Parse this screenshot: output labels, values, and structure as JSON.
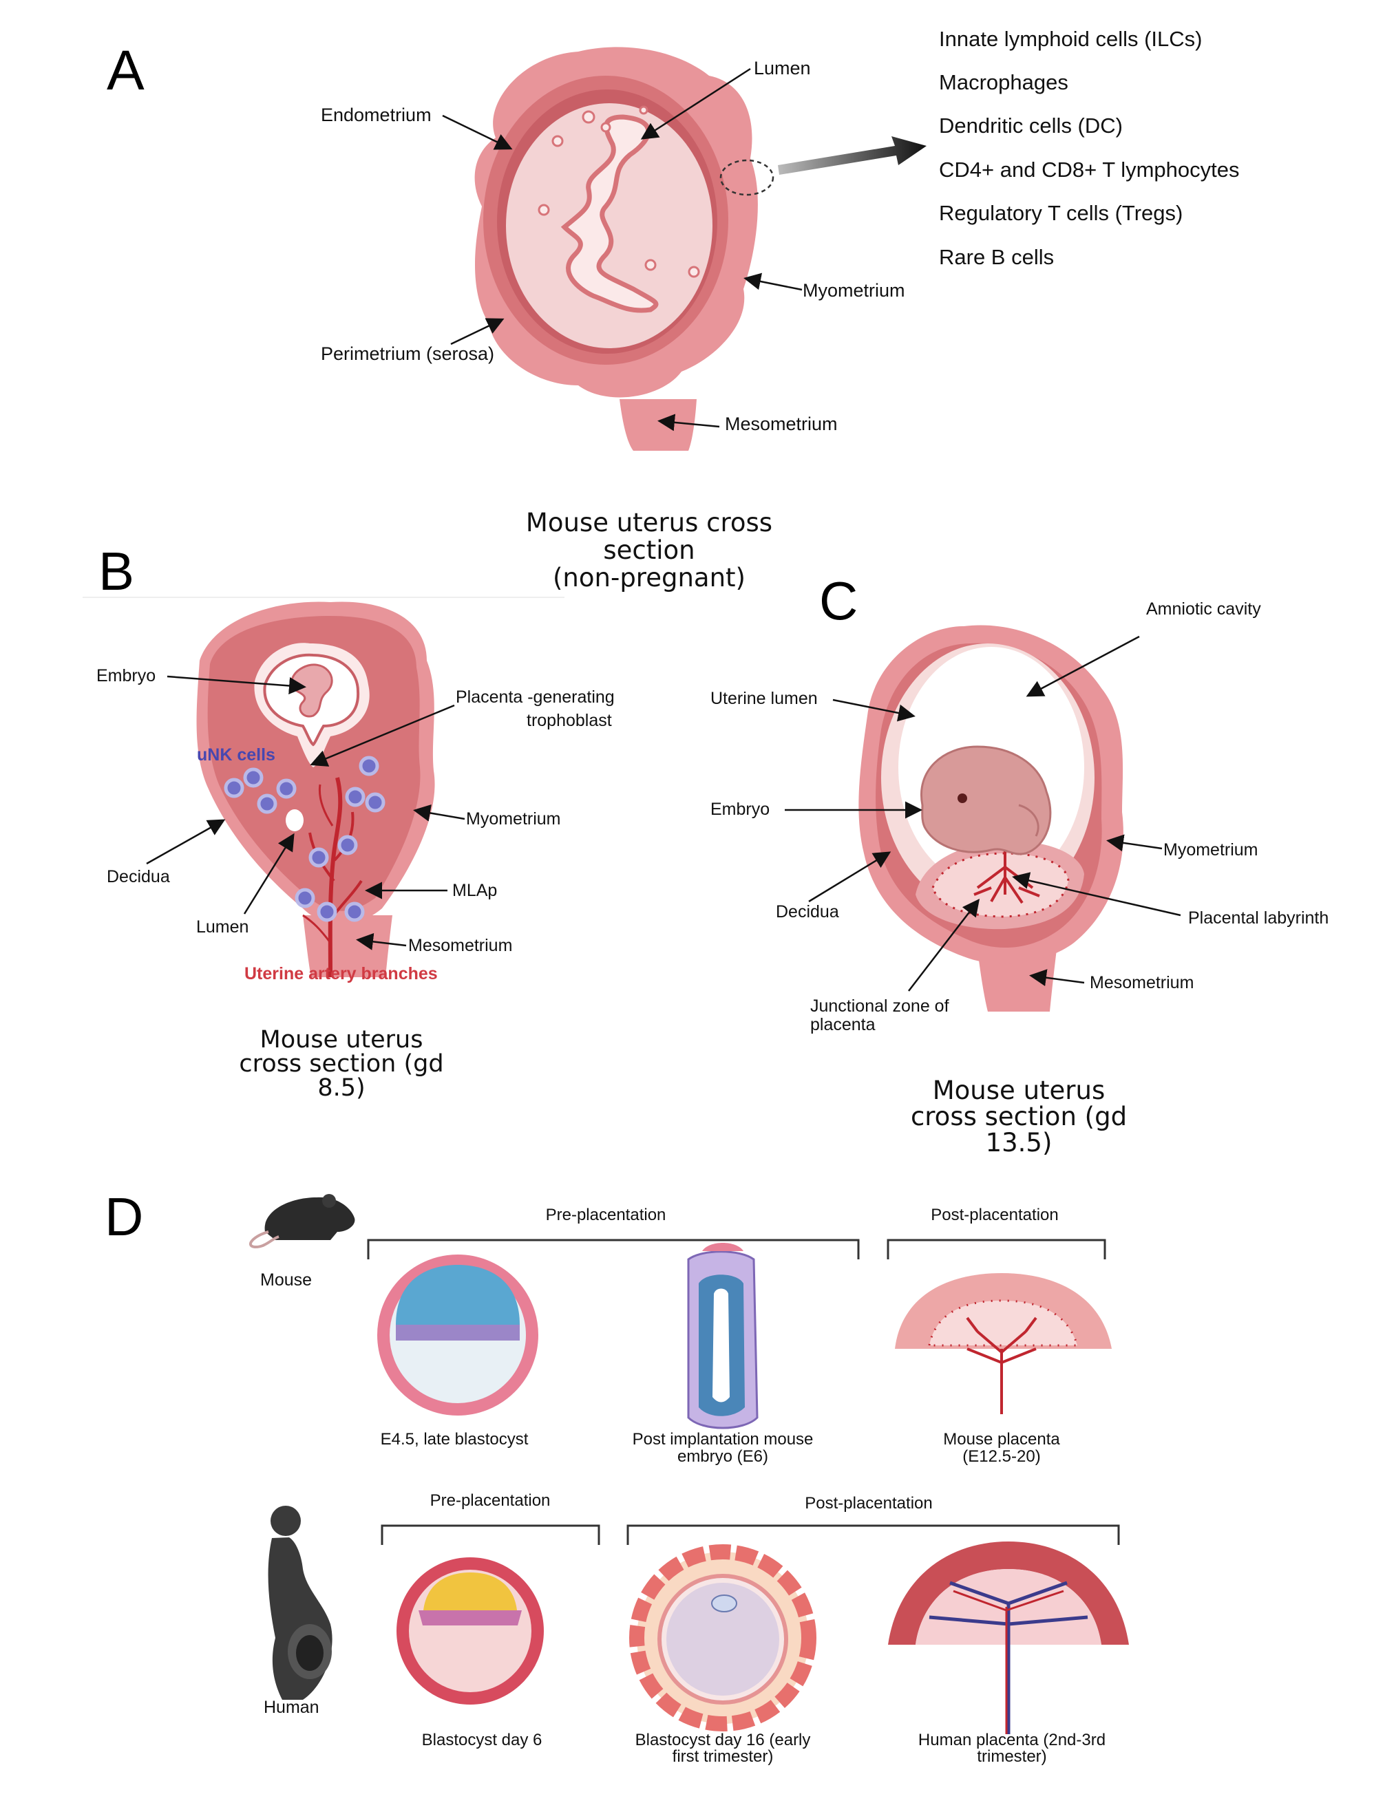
{
  "panels": {
    "a": "A",
    "b": "B",
    "c": "C",
    "d": "D"
  },
  "panel_a": {
    "labels": {
      "lumen": "Lumen",
      "endometrium": "Endometrium",
      "myometrium": "Myometrium",
      "perimetrium": "Perimetrium (serosa)",
      "mesometrium": "Mesometrium"
    },
    "immune_cells": [
      "Innate lymphoid cells (ILCs)",
      "Macrophages",
      "Dendritic cells (DC)",
      "CD4+ and CD8+ T lymphocytes",
      "Regulatory T cells (Tregs)",
      "Rare B cells"
    ],
    "caption": [
      "Mouse uterus cross",
      "section",
      "(non-pregnant)"
    ]
  },
  "panel_b": {
    "labels": {
      "embryo": "Embryo",
      "placenta_1": "Placenta -generating",
      "placenta_2": "trophoblast",
      "unk": "uNK cells",
      "myometrium": "Myometrium",
      "decidua": "Decidua",
      "mlap": "MLAp",
      "lumen": "Lumen",
      "mesometrium": "Mesometrium",
      "artery": "Uterine artery branches"
    },
    "caption": [
      "Mouse uterus",
      "cross section (gd",
      "8.5)"
    ]
  },
  "panel_c": {
    "labels": {
      "amniotic": "Amniotic cavity",
      "uterine_lumen": "Uterine lumen",
      "embryo": "Embryo",
      "myometrium": "Myometrium",
      "decidua": "Decidua",
      "labyrinth": "Placental labyrinth",
      "mesometrium": "Mesometrium",
      "junctional_1": "Junctional zone of",
      "junctional_2": "placenta"
    },
    "caption": [
      "Mouse uterus",
      "cross section (gd",
      "13.5)"
    ]
  },
  "panel_d": {
    "mouse_label": "Mouse",
    "human_label": "Human",
    "mouse_pre": "Pre-placentation",
    "mouse_post": "Post-placentation",
    "human_pre": "Pre-placentation",
    "human_post": "Post-placentation",
    "mouse_items": [
      [
        "E4.5, late blastocyst"
      ],
      [
        "Post implantation mouse",
        "embryo (E6)"
      ],
      [
        "Mouse placenta",
        "(E12.5-20)"
      ]
    ],
    "human_items": [
      [
        "Blastocyst day 6"
      ],
      [
        "Blastocyst day 16 (early",
        "first trimester)"
      ],
      [
        "Human placenta (2nd-3rd",
        "trimester)"
      ]
    ]
  },
  "colors": {
    "outer": "#e8959a",
    "myometrium": "#d77479",
    "endometrium": "#c85f66",
    "inner": "#f3d3d4",
    "pale": "#fbe9e9",
    "artery": "#c0262f",
    "unk": "#4747b0",
    "blue_cells": "#5aa7d1",
    "yellow_cells": "#f1c43f"
  }
}
